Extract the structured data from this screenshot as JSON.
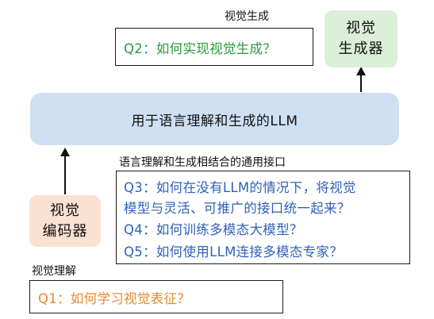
{
  "labels": {
    "visual_generation": "视觉生成",
    "interface": "语言理解和生成相结合的通用接口",
    "visual_understanding": "视觉理解"
  },
  "boxes": {
    "generator_line1": "视觉",
    "generator_line2": "生成器",
    "encoder_line1": "视觉",
    "encoder_line2": "编码器",
    "llm": "用于语言理解和生成的LLM"
  },
  "questions": {
    "q2": "Q2：如何实现视觉生成？",
    "q3_line1": "Q3：如何在没有LLM的情况下，将视觉",
    "q3_line2": "模型与灵活、可推广的接口统一起来？",
    "q4": "Q4：如何训练多模态大模型？",
    "q5": "Q5：如何使用LLM连接多模态专家？",
    "q1": "Q1：如何学习视觉表征？"
  },
  "colors": {
    "q_green": "#2a9a3c",
    "q_blue": "#2f62b8",
    "q_orange": "#e58a2e",
    "llm_fill": "#cfe0f3",
    "generator_fill": "#dcefd8",
    "encoder_fill": "#fbe1d2"
  }
}
